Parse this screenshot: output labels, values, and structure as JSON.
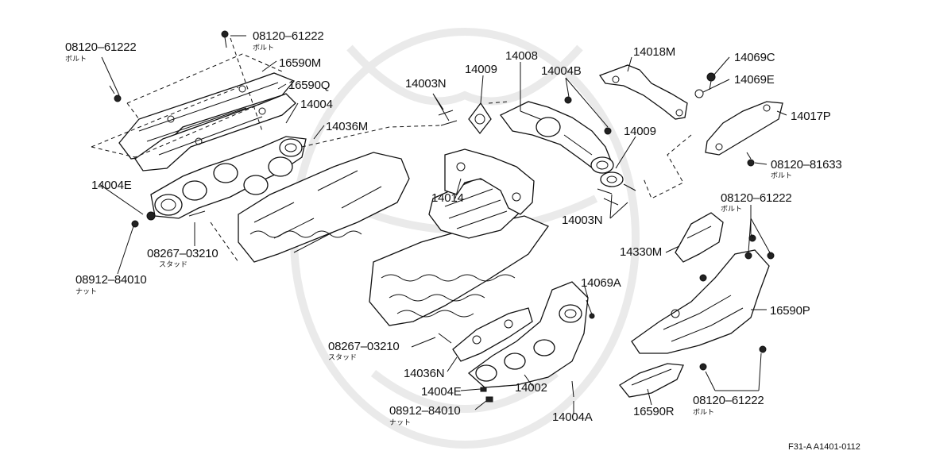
{
  "diagram": {
    "reference_code": "F31-A A1401-0112",
    "labels": [
      {
        "id": "lbl-08120-61222-top-left",
        "text": "08120–61222",
        "sub": "ボルト"
      },
      {
        "id": "lbl-08120-61222-top",
        "text": "08120–61222",
        "sub": "ボルト"
      },
      {
        "id": "lbl-16590M",
        "text": "16590M",
        "sub": ""
      },
      {
        "id": "lbl-16590Q",
        "text": "16590Q",
        "sub": ""
      },
      {
        "id": "lbl-14004",
        "text": "14004",
        "sub": ""
      },
      {
        "id": "lbl-14036M",
        "text": "14036M",
        "sub": ""
      },
      {
        "id": "lbl-14004E-left",
        "text": "14004E",
        "sub": ""
      },
      {
        "id": "lbl-08267-03210-left",
        "text": "08267–03210",
        "sub": "スタッド"
      },
      {
        "id": "lbl-08912-84010-left",
        "text": "08912–84010",
        "sub": "ナット"
      },
      {
        "id": "lbl-14003N-top",
        "text": "14003N",
        "sub": ""
      },
      {
        "id": "lbl-14009-top",
        "text": "14009",
        "sub": ""
      },
      {
        "id": "lbl-14008",
        "text": "14008",
        "sub": ""
      },
      {
        "id": "lbl-14004B",
        "text": "14004B",
        "sub": ""
      },
      {
        "id": "lbl-14018M",
        "text": "14018M",
        "sub": ""
      },
      {
        "id": "lbl-14069C",
        "text": "14069C",
        "sub": ""
      },
      {
        "id": "lbl-14069E",
        "text": "14069E",
        "sub": ""
      },
      {
        "id": "lbl-14017P",
        "text": "14017P",
        "sub": ""
      },
      {
        "id": "lbl-14009-right",
        "text": "14009",
        "sub": ""
      },
      {
        "id": "lbl-08120-81633",
        "text": "08120–81633",
        "sub": "ボルト"
      },
      {
        "id": "lbl-14014",
        "text": "14014",
        "sub": ""
      },
      {
        "id": "lbl-14003N-bottom",
        "text": "14003N",
        "sub": ""
      },
      {
        "id": "lbl-08120-61222-right",
        "text": "08120–61222",
        "sub": "ボルト"
      },
      {
        "id": "lbl-14330M",
        "text": "14330M",
        "sub": ""
      },
      {
        "id": "lbl-14069A",
        "text": "14069A",
        "sub": ""
      },
      {
        "id": "lbl-16590P",
        "text": "16590P",
        "sub": ""
      },
      {
        "id": "lbl-08267-03210-center",
        "text": "08267–03210",
        "sub": "スタッド"
      },
      {
        "id": "lbl-14036N",
        "text": "14036N",
        "sub": ""
      },
      {
        "id": "lbl-14004E-center",
        "text": "14004E",
        "sub": ""
      },
      {
        "id": "lbl-14002",
        "text": "14002",
        "sub": ""
      },
      {
        "id": "lbl-08912-84010-center",
        "text": "08912–84010",
        "sub": "ナット"
      },
      {
        "id": "lbl-14004A",
        "text": "14004A",
        "sub": ""
      },
      {
        "id": "lbl-08120-61222-bottom",
        "text": "08120–61222",
        "sub": "ボルト"
      },
      {
        "id": "lbl-16590R",
        "text": "16590R",
        "sub": ""
      }
    ]
  }
}
